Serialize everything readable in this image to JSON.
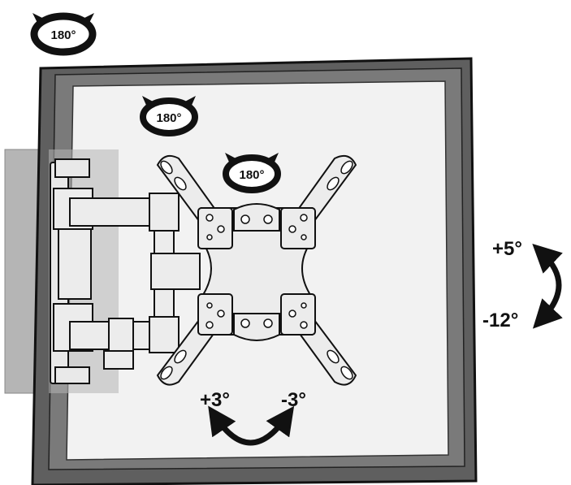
{
  "rotation_labels": {
    "corner": "180°",
    "tv": "180°",
    "plate": "180°"
  },
  "tilt_labels": {
    "up": "+5°",
    "down": "-12°"
  },
  "swivel_labels": {
    "left": "+3°",
    "right": "-3°"
  },
  "colors": {
    "tv_frame": "#5f5f5f",
    "screen": "#f2f2f2",
    "wall": "#b5b5b5",
    "bracket": "#e9e9e9",
    "outline": "#111111"
  }
}
